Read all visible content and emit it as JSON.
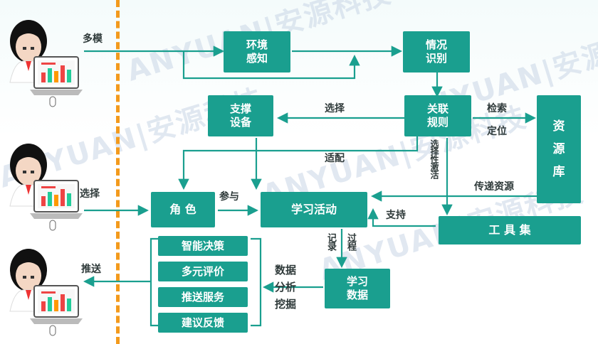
{
  "nodes": {
    "env_perception": "环境\n感知",
    "situation_recognition": "情况\n识别",
    "support_equipment": "支撑\n设备",
    "association_rules": "关联\n规则",
    "resource_library": "资\n源\n库",
    "role": "角 色",
    "learning_activity": "学习活动",
    "toolset": "工 具 集",
    "learning_data": "学习\n数据",
    "smart_decision": "智能决策",
    "multi_evaluation": "多元评价",
    "push_service": "推送服务",
    "suggestion_feedback": "建议反馈"
  },
  "labels": {
    "multimodal": "多模",
    "select_left": "选择",
    "push": "推送",
    "select_support": "选择",
    "adapt": "适配",
    "retrieve": "检索",
    "locate": "定位",
    "selective_activation": "选择性激活",
    "pass_resource": "传递资源",
    "participate": "参与",
    "support": "支持",
    "record": "记录",
    "process": "过程",
    "data_analysis_mining": "数据\n分析\n挖掘"
  },
  "watermark": "ANYUAN|安源科技",
  "colors": {
    "node_fill": "#1a9f8f",
    "arrow": "#1a9f8f",
    "divider": "#f39a1c",
    "label_text": "#2f3a3a"
  }
}
